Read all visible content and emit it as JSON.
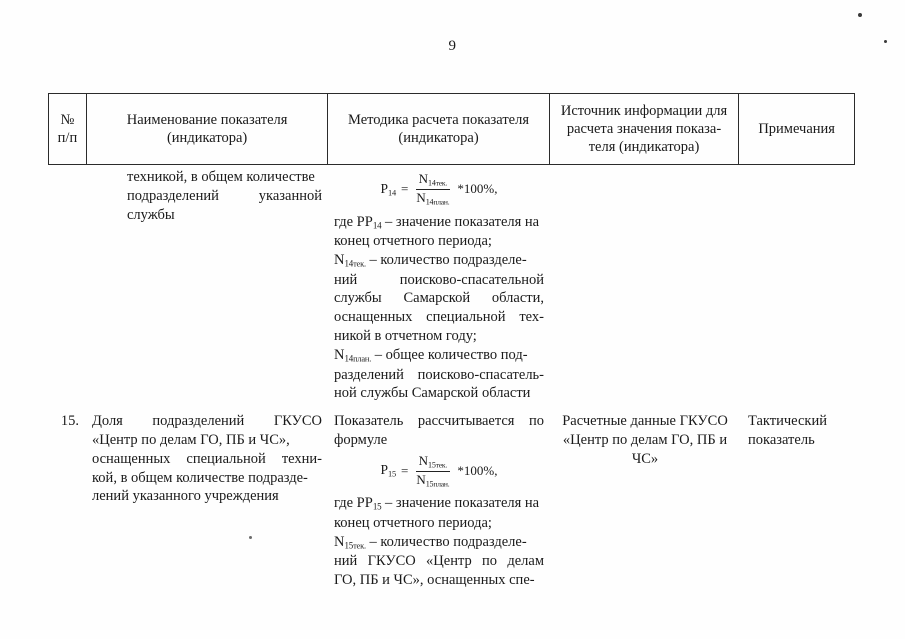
{
  "page": {
    "number": "9"
  },
  "table": {
    "headers": [
      {
        "line1": "№",
        "line2": "п/п"
      },
      {
        "line1": "Наименование показателя",
        "line2": "(индикатора)"
      },
      {
        "line1": "Методика расчета показателя",
        "line2": "(индикатора)"
      },
      {
        "line1": "Источник информации для",
        "line2": "расчета значения показа-",
        "line3": "теля (индикатора)"
      },
      {
        "line1": "Примечания",
        "line2": ""
      }
    ],
    "rows": [
      {
        "number": "",
        "name_continuation": "техникой, в общем количестве подразделений указанной службы",
        "method": {
          "lead_in": "",
          "formula": {
            "lhs_symbol": "P",
            "lhs_sub": "14",
            "numerator_symbol": "N",
            "numerator_sub": "14",
            "numerator_sub_word": "тек.",
            "denominator_symbol": "N",
            "denominator_sub": "14",
            "denominator_sub_word": "план.",
            "tail": "*100%,"
          },
          "explanation": [
            "где P₁₄ – значение показателя на конец отчетного периода;",
            "N₁₄тек. – количество подразделений поисково-спасательной службы Самарской области, оснащенных специальной техникой в отчетном году;",
            "N₁₄план. – общее количество подразделений поисково-спасательной службы Самарской области"
          ]
        },
        "source": "",
        "note": ""
      },
      {
        "number": "15.",
        "name": "Доля подразделений ГКУСО «Центр по делам ГО, ПБ и ЧС», оснащенных специальной техникой, в общем количестве подразделений указанного учреждения",
        "method": {
          "lead_in": "Показатель рассчитывается по формуле",
          "formula": {
            "lhs_symbol": "P",
            "lhs_sub": "15",
            "numerator_symbol": "N",
            "numerator_sub": "15",
            "numerator_sub_word": "тек.",
            "denominator_symbol": "N",
            "denominator_sub": "15",
            "denominator_sub_word": "план.",
            "tail": "*100%,"
          },
          "explanation": [
            "где P₁₅ – значение показателя на конец отчетного периода;",
            "N₁₅тек. – количество подразделений ГКУСО «Центр по делам ГО, ПБ и ЧС», оснащенных спе-"
          ]
        },
        "source": "Расчетные данные ГКУСО «Центр по делам ГО, ПБ и ЧС»",
        "note": "Тактический показатель"
      }
    ]
  },
  "text_fragments": {
    "r1_name_l1": "техникой, в общем количестве",
    "r1_name_l2": "подразделений указанной службы",
    "r1_expl_1a": "где P",
    "r1_expl_1b": " – значение показателя на",
    "r1_expl_1c": "конец отчетного периода;",
    "r1_expl_2a": "N",
    "r1_expl_2b": " – количество подразделе-",
    "r1_expl_2c": "ний поисково-спасательной",
    "r1_expl_2d": "службы Самарской области,",
    "r1_expl_2e": "оснащенных специальной тех-",
    "r1_expl_2f": "никой в отчетном году;",
    "r1_expl_3b": " – общее количество под-",
    "r1_expl_3c": "разделений поисково-спасатель-",
    "r1_expl_3d": "ной службы Самарской области",
    "r2_num": "15.",
    "r2_name_l1": "Доля подразделений ГКУСО",
    "r2_name_l2": "«Центр по делам ГО, ПБ и ЧС»,",
    "r2_name_l3": "оснащенных специальной техни-",
    "r2_name_l4": "кой, в общем количестве подразде-",
    "r2_name_l5": "лений указанного учреждения",
    "r2_lead_l1": "Показатель рассчитывается по",
    "r2_lead_l2": "формуле",
    "r2_expl_1b": " – значение показателя на",
    "r2_expl_1c": "конец отчетного периода;",
    "r2_expl_2b": " – количество подразделе-",
    "r2_expl_2c": "ний ГКУСО «Центр по делам",
    "r2_expl_2d": "ГО, ПБ и ЧС», оснащенных спе-",
    "r2_src_l1": "Расчетные данные ГКУСО",
    "r2_src_l2": "«Центр по делам ГО, ПБ и",
    "r2_src_l3": "ЧС»",
    "r2_note_l1": "Тактический",
    "r2_note_l2": "показатель",
    "sub_14": "14",
    "sub_15": "15",
    "sub_tek": "тек.",
    "sub_plan": "план.",
    "P": "P",
    "N": "N",
    "eq": "=",
    "tail": "*100%,"
  },
  "colors": {
    "ink": "#1a1a1a",
    "rule": "#2b2b2b",
    "paper": "#fefefe"
  }
}
